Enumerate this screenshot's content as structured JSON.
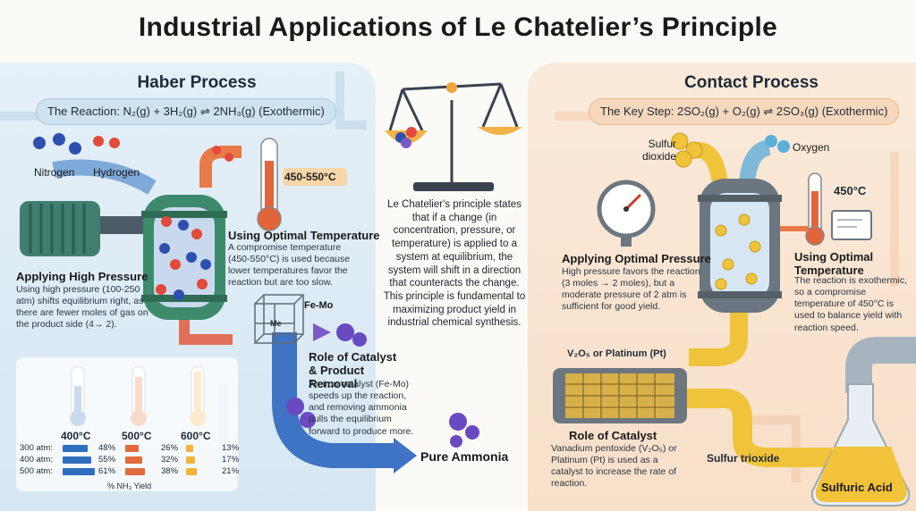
{
  "title": "Industrial Applications of Le Chatelier’s Principle",
  "haber": {
    "title": "Haber Process",
    "reaction": "The Reaction: N₂(g) + 3H₂(g) ⇌ 2NH₃(g) (Exothermic)",
    "nitrogen": "Nitrogen",
    "hydrogen": "Hydrogen",
    "temp_badge": "450-550°C",
    "opt_temp_title": "Using Optimal Temperature",
    "opt_temp_body": "A compromise temperature (450-550°C) is used because lower temperatures favor the reaction but are too slow.",
    "pressure_title": "Applying High Pressure",
    "pressure_body": "Using high pressure (100-250 atm) shifts equilibrium right, as there are fewer moles of gas on the product side (4→ 2).",
    "catalyst_label": "Fe-Mo",
    "catalyst_center": "Me",
    "catalyst_title": "Role of Catalyst & Product Removal",
    "catalyst_body": "An iron catalyst (Fe-Mo) speeds up the reaction, and removing ammonia pulls the equilibrium forward to produce more.",
    "product": "Pure Ammonia"
  },
  "center": {
    "text": "Le Chatelier's principle states that if a change (in concentration, pressure, or temperature) is applied to a system at equilibrium, the system will shift in a direction that counteracts the change. This principle is fundamental to maximizing product yield in industrial chemical synthesis."
  },
  "contact": {
    "title": "Contact Process",
    "reaction": "The Key Step: 2SO₂(g) + O₂(g) ⇌ 2SO₃(g) (Exothermic)",
    "sulfur_dioxide": "Sulfur dioxide",
    "oxygen": "Oxygen",
    "temp_badge": "450°C",
    "pressure_title": "Applying Optimal Pressure",
    "pressure_body": "High pressure favors the reaction (3 moles → 2 moles), but a moderate pressure of 2 atm is sufficient for good yield.",
    "opt_temp_title": "Using Optimal Temperature",
    "opt_temp_body": "The reaction is exothermic, so a compromise temperature of 450°C is used to balance yield with reaction speed.",
    "catalyst_label": "V₂O₅ or Platinum (Pt)",
    "catalyst_title": "Role of Catalyst",
    "catalyst_body": "Vanadium pentoxide (V₂O₅) or Platinum (Pt) is used as a catalyst to increase the rate of reaction.",
    "trioxide": "Sulfur trioxide",
    "acid": "Sulfuric Acid"
  },
  "yield_table": {
    "caption": "% NH₃ Yield",
    "temperatures": [
      "400°C",
      "500°C",
      "600°C"
    ],
    "pressures": [
      "300 atm:",
      "400 atm:",
      "500 atm:"
    ],
    "values": {
      "400°C": [
        48,
        55,
        61
      ],
      "500°C": [
        26,
        32,
        38
      ],
      "600°C": [
        13,
        17,
        21
      ]
    },
    "value_labels": {
      "400°C": [
        "48%",
        "55%",
        "61%"
      ],
      "500°C": [
        "26%",
        "32%",
        "38%"
      ],
      "600°C": [
        "13%",
        "17%",
        "21%"
      ]
    },
    "colors": {
      "400°C": "#2f6fc0",
      "500°C": "#e26b3b",
      "600°C": "#f2b43a"
    }
  },
  "colors": {
    "haber_bg": "#dbe9f4",
    "contact_bg": "#f9e3cf",
    "pipe_blue": "#3f74c4",
    "pipe_yellow": "#f0c43a",
    "pipe_orange": "#e87a4a"
  }
}
